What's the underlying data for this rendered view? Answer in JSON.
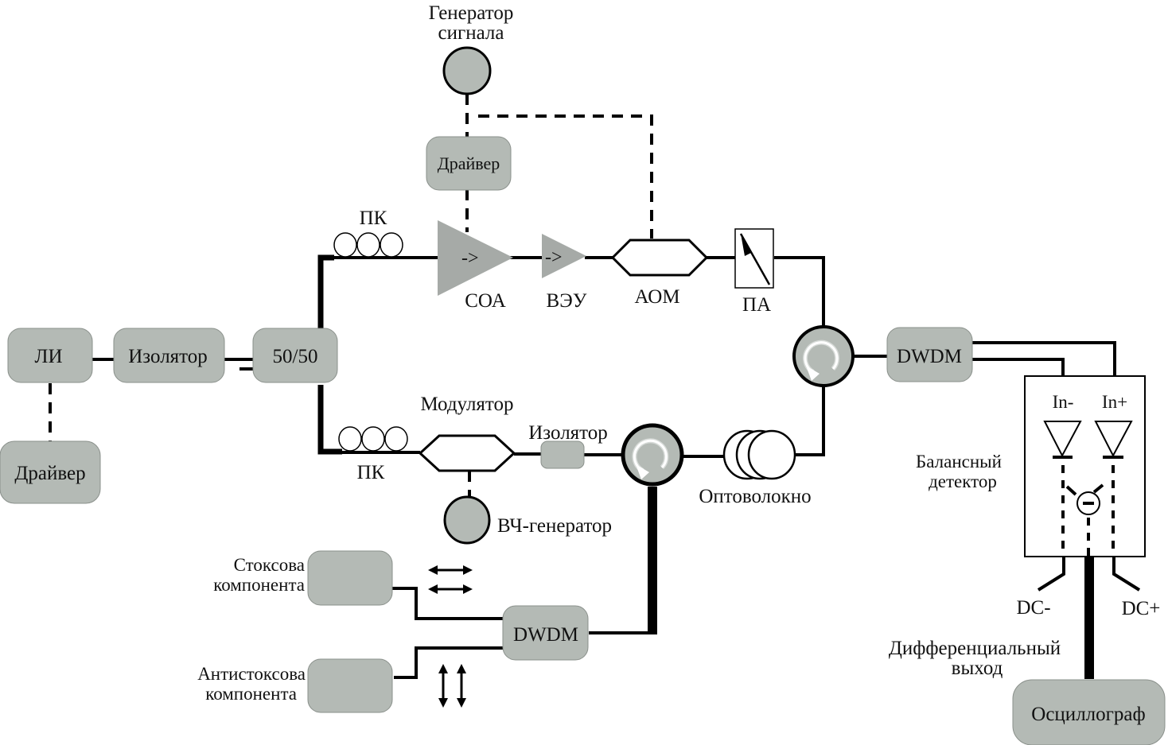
{
  "diagram": {
    "title": "",
    "colors": {
      "box_fill": "#b4bab5",
      "amplifier_fill": "#a6aaa7",
      "line": "#000000",
      "background": "#ffffff"
    },
    "blocks": {
      "laser": "ЛИ",
      "isolator_main": "Изолятор",
      "splitter": "50/50",
      "driver_laser": "Драйвер",
      "driver_top": "Драйвер",
      "dwdm_right": "DWDM",
      "dwdm_bottom": "DWDM",
      "oscilloscope": "Осциллограф",
      "stokes_box": "",
      "antistokes_box": ""
    },
    "labels": {
      "signal_generator_line1": "Генератор",
      "signal_generator_line2": "сигнала",
      "pc_top": "ПК",
      "pc_bottom": "ПК",
      "soa": "СОА",
      "edfa": "ВЭУ",
      "aom": "АОМ",
      "attenuator": "ПА",
      "modulator": "Модулятор",
      "isolator_small": "Изолятор",
      "rf_generator": "ВЧ-генератор",
      "fiber": "Оптоволокно",
      "stokes_line1": "Стоксова",
      "stokes_line2": "компонента",
      "antistokes_line1": "Антистоксова",
      "antistokes_line2": "компонента",
      "balanced_detector_line1": "Балансный",
      "balanced_detector_line2": "детектор",
      "in_minus": "In-",
      "in_plus": "In+",
      "dc_minus": "DC-",
      "dc_plus": "DC+",
      "diff_output_line1": "Дифференциальный",
      "diff_output_line2": "выход",
      "amp_arrow": "->",
      "subtract_sign": "−"
    },
    "icons": {
      "circulator": "circulator-icon",
      "polarization_controller": "polarization-controller-icon",
      "amplifier": "amplifier-triangle-icon",
      "mach_zehnder": "modulator-hexagon-icon",
      "variable_attenuator": "attenuator-icon",
      "fiber_spool": "fiber-spool-icon",
      "photodiode": "photodiode-icon",
      "polarization_arrows": "double-arrow-icon"
    }
  }
}
